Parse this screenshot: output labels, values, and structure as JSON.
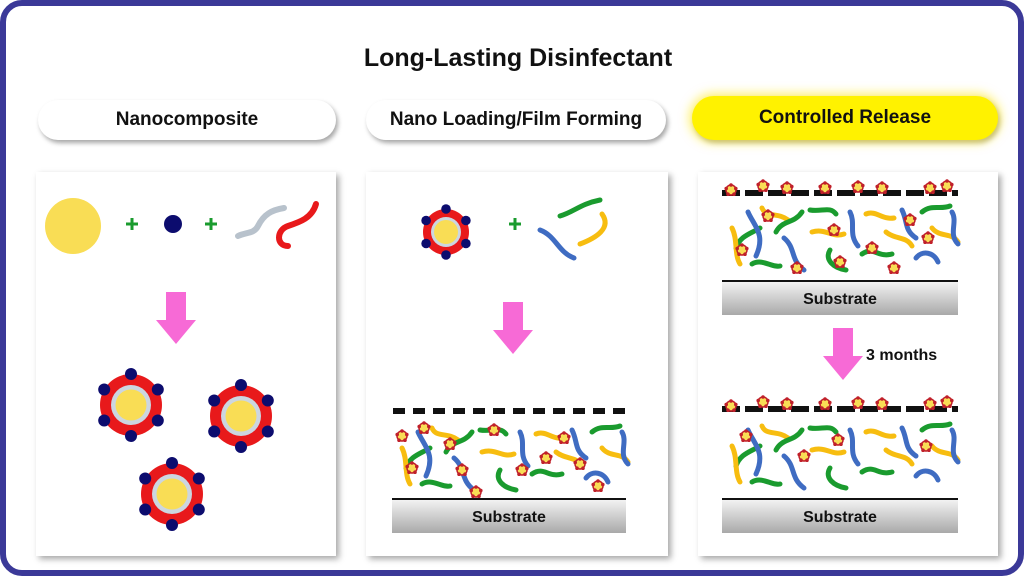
{
  "title": "Long-Lasting Disinfectant",
  "steps": [
    {
      "label": "Nanocomposite",
      "highlighted": false
    },
    {
      "label": "Nano Loading/Film Forming",
      "highlighted": false
    },
    {
      "label": "Controlled Release",
      "highlighted": true
    }
  ],
  "substrate_label": "Substrate",
  "time_label": "3 months",
  "plus_sign": "+",
  "colors": {
    "border": "#3b3998",
    "highlight": "#fff200",
    "arrow": "#f76ad6",
    "gold_core": "#f9dd55",
    "red_shell": "#e8191b",
    "dot": "#0c0c6e",
    "plus": "#1a9b2e",
    "polymer_green": "#1a9b2e",
    "polymer_blue": "#3f6cc2",
    "polymer_yellow": "#f7bd10",
    "polymer_gray": "#b8c2cc",
    "polymer_red": "#e8191b"
  }
}
